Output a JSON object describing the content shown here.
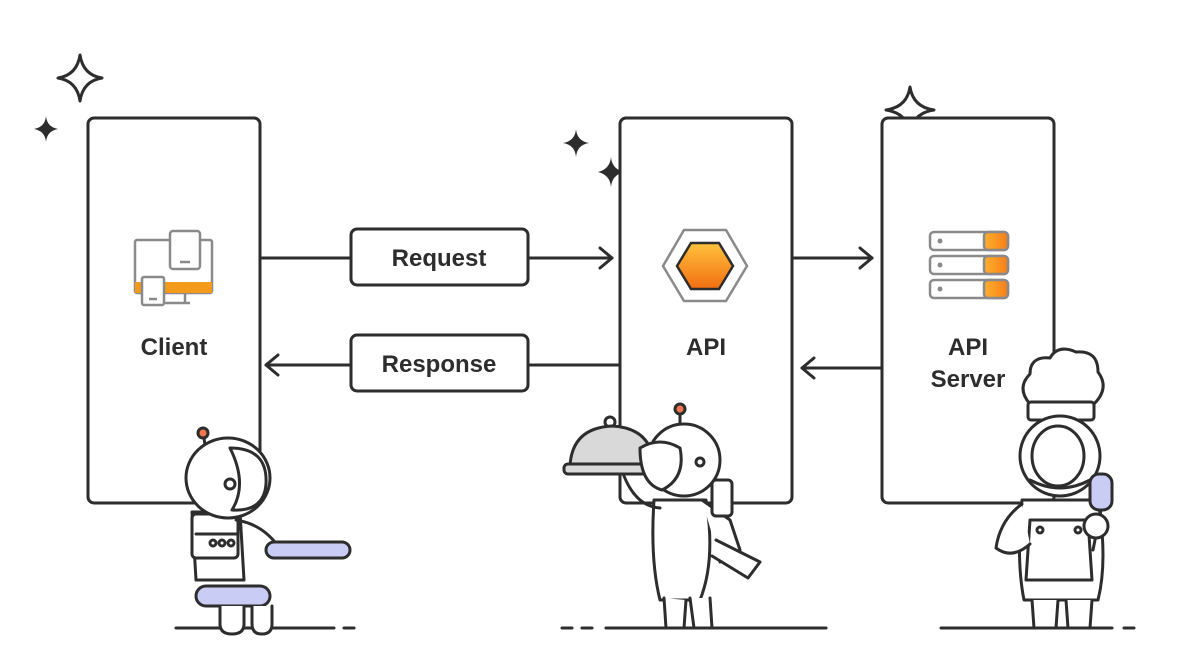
{
  "nodes": {
    "client": {
      "label": "Client"
    },
    "api": {
      "label": "API"
    },
    "server": {
      "label_line1": "API",
      "label_line2": "Server"
    }
  },
  "edges": {
    "request": {
      "label": "Request"
    },
    "response": {
      "label": "Response"
    }
  },
  "colors": {
    "stroke": "#2d2d2d",
    "accent": "#f39a1a",
    "accent_light": "#ffc23d",
    "grey": "#8a8a8a",
    "lavender": "#c9cdf5"
  }
}
